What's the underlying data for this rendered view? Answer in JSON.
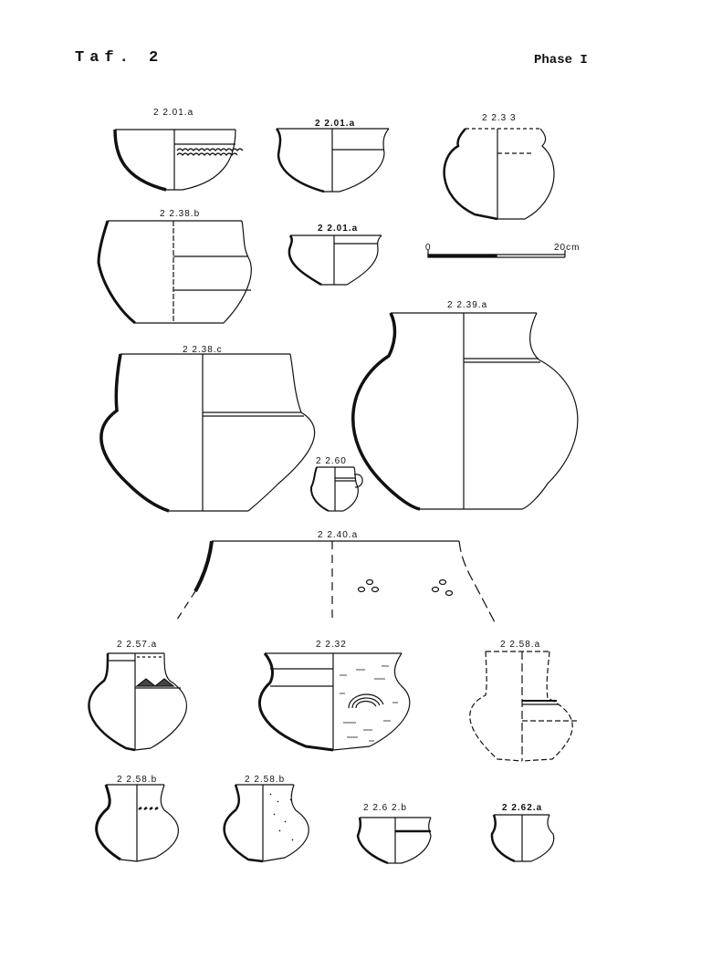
{
  "header": {
    "plate": "Taf. 2",
    "phase": "Phase I"
  },
  "scale": {
    "start": "0",
    "end": "20cm"
  },
  "vessels": [
    {
      "label": "2 2.01.a"
    },
    {
      "label": "2 2.01.a"
    },
    {
      "label": "2 2.3 3"
    },
    {
      "label": "2 2.38.b"
    },
    {
      "label": "2 2.01.a"
    },
    {
      "label": "2 2.39.a"
    },
    {
      "label": "2 2.38.c"
    },
    {
      "label": "2 2.60"
    },
    {
      "label": "2 2.40.a"
    },
    {
      "label": "2 2.57.a"
    },
    {
      "label": "2 2.32"
    },
    {
      "label": "2 2.58.a"
    },
    {
      "label": "2 2.58.b"
    },
    {
      "label": "2 2.58.b"
    },
    {
      "label": "2 2.6 2.b"
    },
    {
      "label": "2 2.62.a"
    }
  ]
}
